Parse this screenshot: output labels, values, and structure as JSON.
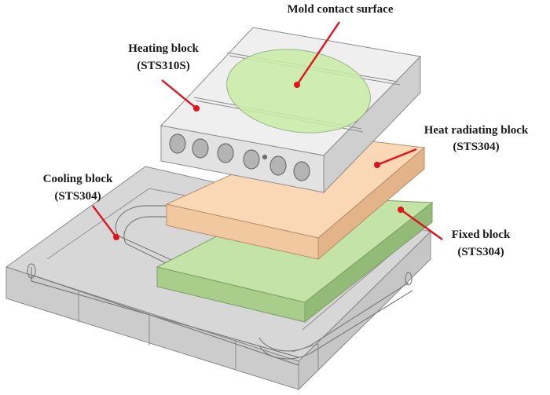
{
  "labels": {
    "mold_contact": "Mold contact surface",
    "heating_title": "Heating block",
    "heating_material": "(STS310S)",
    "radiating_title": "Heat radiating block",
    "radiating_material": "(STS304)",
    "cooling_title": "Cooling block",
    "cooling_material": "(STS304)",
    "fixed_title": "Fixed block",
    "fixed_material": "(STS304)"
  },
  "colors": {
    "leader": "#e0141e",
    "heating_top": "#efefef",
    "heating_front": "#e2e2e2",
    "heating_side": "#cfcfcf",
    "contact_surface": "#c9eba6",
    "radiating_top": "#fbd8b5",
    "radiating_front": "#f1c8a0",
    "fixed_top": "#c4e3a6",
    "fixed_front": "#a9cd8a",
    "cooling_body": "#a6a6a6"
  }
}
